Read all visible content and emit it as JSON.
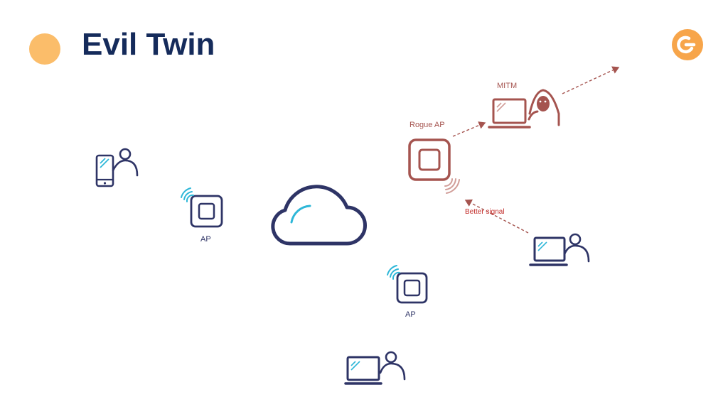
{
  "title": "Evil Twin",
  "labels": {
    "ap_left": "AP",
    "ap_bottom": "AP",
    "rogue_ap": "Rogue AP",
    "mitm": "MITM",
    "better_signal": "Better signal"
  },
  "colors": {
    "navy": "#2e3466",
    "title": "#152b5b",
    "cyan": "#2eb7d8",
    "rogue": "#a5544f",
    "accent_orange": "#f7a54a",
    "dot_orange": "#fbbd6a",
    "signal_red": "#c22a27"
  },
  "icons": [
    "phone-user-icon",
    "wifi-ap-icon",
    "cloud-icon",
    "rogue-ap-icon",
    "hacker-laptop-icon",
    "laptop-user-icon"
  ]
}
